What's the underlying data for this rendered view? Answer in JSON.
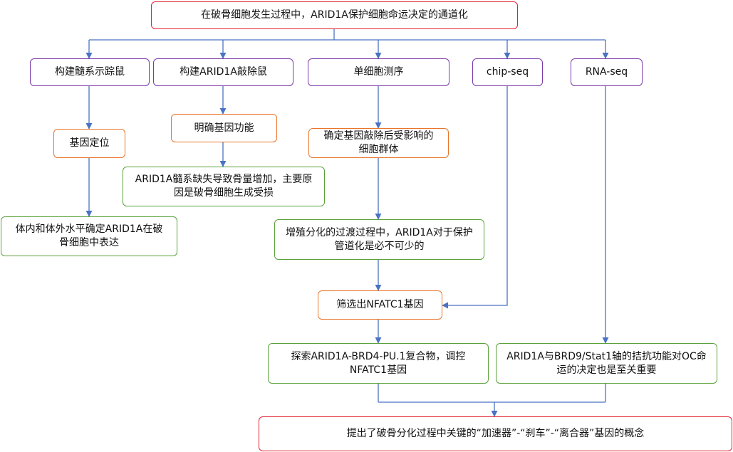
{
  "title": "在破骨细胞发生过程中，ARID1A保护细胞命运决定的通道化",
  "methods": [
    "构建髓系示踪鼠",
    "构建ARID1A敲除鼠",
    "单细胞测序",
    "chip-seq",
    "RNA-seq"
  ],
  "nodes": {
    "gene_location": "基因定位",
    "in_vivo_vitro": "体内和体外水平确定ARID1A在破骨细胞中表达",
    "gene_function": "明确基因功能",
    "bone_increase": "ARID1A髓系缺失导致骨量增加，主要原因是破骨细胞生成受损",
    "affected_groups": "确定基因敲除后受影响的细胞群体",
    "transition": "增殖分化的过渡过程中，ARID1A对于保护管道化是必不可少的",
    "screen": "筛选出NFATC1基因",
    "explore": "探索ARID1A-BRD4-PU.1复合物，调控NFATC1基因",
    "antagonism": "ARID1A与BRD9/Stat1轴的拮抗功能对OC命运的决定也是至关重要",
    "conclusion": "提出了破骨分化过程中关键的“加速器”-“刹车”-“离合器”基因的概念"
  },
  "colors": {
    "red": "#e0242f",
    "purple": "#7a3aa8",
    "orange": "#e8752a",
    "green": "#5aa13a",
    "arrow": "#4a72c4"
  }
}
